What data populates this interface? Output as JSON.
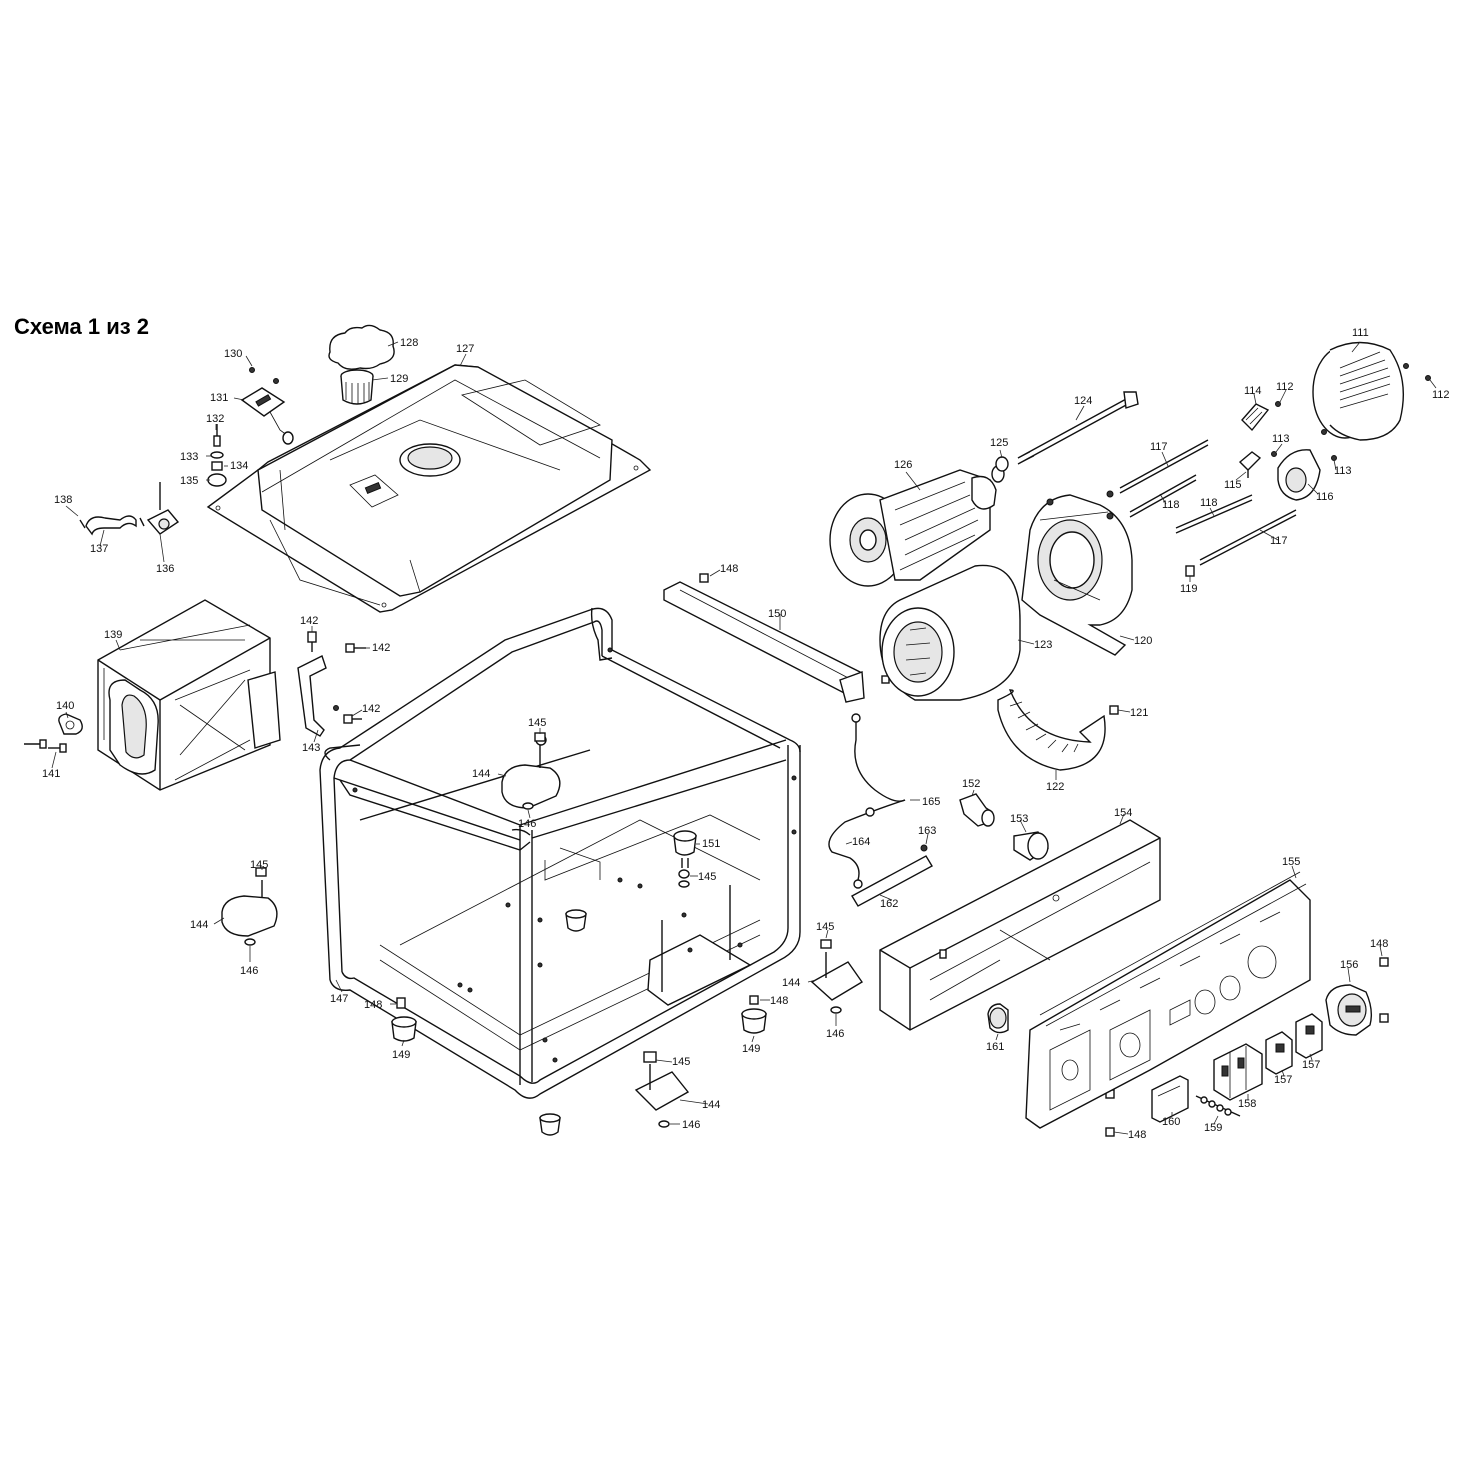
{
  "title": "Схема 1 из 2",
  "callouts": [
    {
      "id": "c111",
      "n": "111"
    },
    {
      "id": "c112a",
      "n": "112"
    },
    {
      "id": "c112b",
      "n": "112"
    },
    {
      "id": "c113a",
      "n": "113"
    },
    {
      "id": "c113b",
      "n": "113"
    },
    {
      "id": "c114",
      "n": "114"
    },
    {
      "id": "c115",
      "n": "115"
    },
    {
      "id": "c116",
      "n": "116"
    },
    {
      "id": "c117a",
      "n": "117"
    },
    {
      "id": "c117b",
      "n": "117"
    },
    {
      "id": "c118a",
      "n": "118"
    },
    {
      "id": "c118b",
      "n": "118"
    },
    {
      "id": "c119",
      "n": "119"
    },
    {
      "id": "c120",
      "n": "120"
    },
    {
      "id": "c121",
      "n": "121"
    },
    {
      "id": "c122",
      "n": "122"
    },
    {
      "id": "c123",
      "n": "123"
    },
    {
      "id": "c124",
      "n": "124"
    },
    {
      "id": "c125",
      "n": "125"
    },
    {
      "id": "c126",
      "n": "126"
    },
    {
      "id": "c127",
      "n": "127"
    },
    {
      "id": "c128",
      "n": "128"
    },
    {
      "id": "c129",
      "n": "129"
    },
    {
      "id": "c130",
      "n": "130"
    },
    {
      "id": "c131",
      "n": "131"
    },
    {
      "id": "c132",
      "n": "132"
    },
    {
      "id": "c133",
      "n": "133"
    },
    {
      "id": "c134",
      "n": "134"
    },
    {
      "id": "c135",
      "n": "135"
    },
    {
      "id": "c136",
      "n": "136"
    },
    {
      "id": "c137",
      "n": "137"
    },
    {
      "id": "c138",
      "n": "138"
    },
    {
      "id": "c139",
      "n": "139"
    },
    {
      "id": "c140",
      "n": "140"
    },
    {
      "id": "c141",
      "n": "141"
    },
    {
      "id": "c142a",
      "n": "142"
    },
    {
      "id": "c142b",
      "n": "142"
    },
    {
      "id": "c142c",
      "n": "142"
    },
    {
      "id": "c143",
      "n": "143"
    },
    {
      "id": "c144a",
      "n": "144"
    },
    {
      "id": "c144b",
      "n": "144"
    },
    {
      "id": "c144c",
      "n": "144"
    },
    {
      "id": "c144d",
      "n": "144"
    },
    {
      "id": "c145a",
      "n": "145"
    },
    {
      "id": "c145b",
      "n": "145"
    },
    {
      "id": "c145c",
      "n": "145"
    },
    {
      "id": "c145d",
      "n": "145"
    },
    {
      "id": "c145e",
      "n": "145"
    },
    {
      "id": "c146a",
      "n": "146"
    },
    {
      "id": "c146b",
      "n": "146"
    },
    {
      "id": "c146c",
      "n": "146"
    },
    {
      "id": "c146d",
      "n": "146"
    },
    {
      "id": "c147",
      "n": "147"
    },
    {
      "id": "c148a",
      "n": "148"
    },
    {
      "id": "c148b",
      "n": "148"
    },
    {
      "id": "c148c",
      "n": "148"
    },
    {
      "id": "c148d",
      "n": "148"
    },
    {
      "id": "c148e",
      "n": "148"
    },
    {
      "id": "c149a",
      "n": "149"
    },
    {
      "id": "c149b",
      "n": "149"
    },
    {
      "id": "c150",
      "n": "150"
    },
    {
      "id": "c151",
      "n": "151"
    },
    {
      "id": "c152",
      "n": "152"
    },
    {
      "id": "c153",
      "n": "153"
    },
    {
      "id": "c154",
      "n": "154"
    },
    {
      "id": "c155",
      "n": "155"
    },
    {
      "id": "c156",
      "n": "156"
    },
    {
      "id": "c157a",
      "n": "157"
    },
    {
      "id": "c157b",
      "n": "157"
    },
    {
      "id": "c158",
      "n": "158"
    },
    {
      "id": "c159",
      "n": "159"
    },
    {
      "id": "c160",
      "n": "160"
    },
    {
      "id": "c161",
      "n": "161"
    },
    {
      "id": "c162",
      "n": "162"
    },
    {
      "id": "c163",
      "n": "163"
    },
    {
      "id": "c164",
      "n": "164"
    },
    {
      "id": "c165",
      "n": "165"
    }
  ]
}
